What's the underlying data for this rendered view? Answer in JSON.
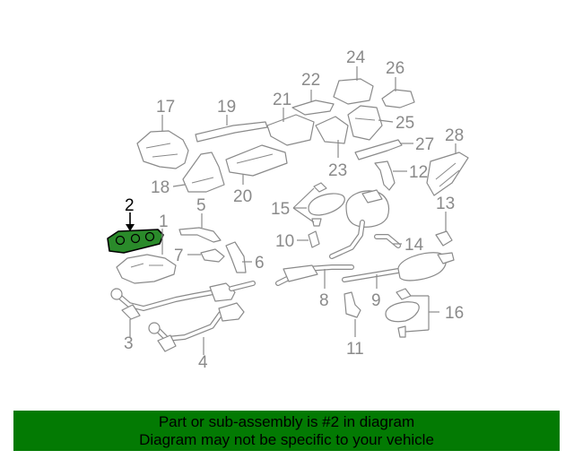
{
  "diagram": {
    "highlighted_part": "2",
    "callouts": [
      "1",
      "2",
      "3",
      "4",
      "5",
      "6",
      "7",
      "8",
      "9",
      "10",
      "11",
      "12",
      "13",
      "14",
      "15",
      "16",
      "17",
      "18",
      "19",
      "20",
      "21",
      "22",
      "23",
      "24",
      "25",
      "26",
      "27",
      "28"
    ]
  },
  "banner": {
    "line1": "Part or sub-assembly is #2 in diagram",
    "line2": "Diagram may not be specific to your vehicle"
  },
  "colors": {
    "banner_bg": "#037a03",
    "highlight": "#2a8a2a",
    "line_art": "#8a8a8a"
  }
}
